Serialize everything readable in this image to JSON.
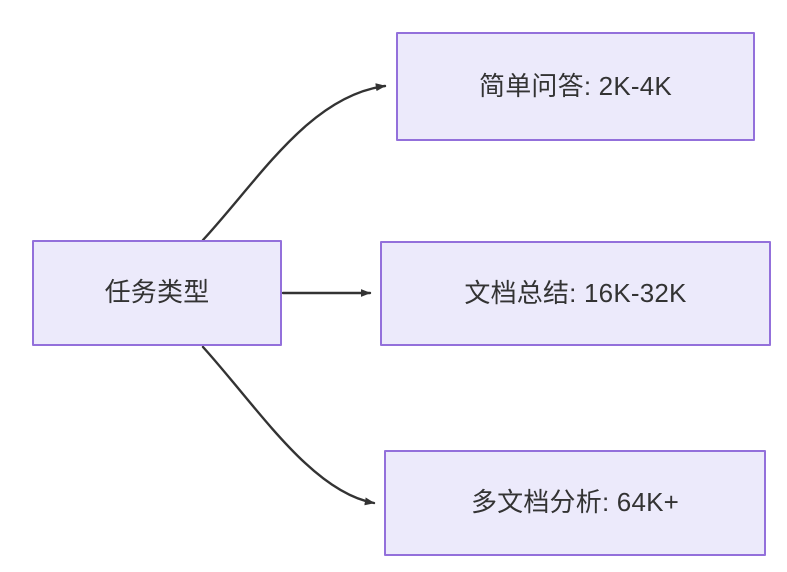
{
  "diagram": {
    "type": "flowchart",
    "direction": "left-to-right",
    "background_color": "#FFFFFF",
    "node_fill_color": "#ECEAFB",
    "node_border_color": "#9370DB",
    "node_text_color": "#333333",
    "edge_color": "#333333",
    "root": {
      "id": "task-type",
      "label": "任务类型"
    },
    "branches": [
      {
        "id": "simple-qa",
        "label": "简单问答: 2K-4K",
        "edge_style": "curved"
      },
      {
        "id": "doc-summary",
        "label": "文档总结: 16K-32K",
        "edge_style": "straight"
      },
      {
        "id": "multi-doc",
        "label": "多文档分析: 64K+",
        "edge_style": "curved"
      }
    ],
    "edges": [
      {
        "from": "task-type",
        "to": "simple-qa",
        "label": ""
      },
      {
        "from": "task-type",
        "to": "doc-summary",
        "label": ""
      },
      {
        "from": "task-type",
        "to": "multi-doc",
        "label": ""
      }
    ]
  }
}
